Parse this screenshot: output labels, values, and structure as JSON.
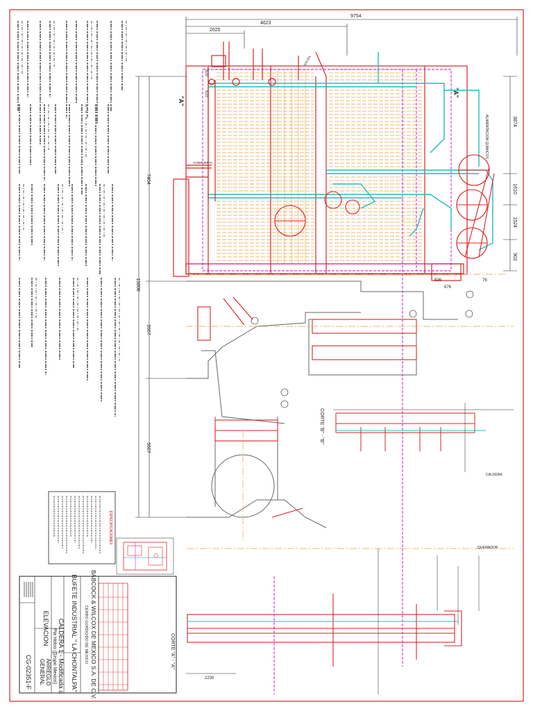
{
  "dimensions": {
    "overall_width": "9754",
    "upper_width": "4623",
    "left_width": "2025",
    "height_total": "15808",
    "height_upper": "7404",
    "height_mid": "2667",
    "height_lower": "5667",
    "right_top": "3874",
    "right_1610": "1610",
    "right_1524": "1524",
    "right_902": "902",
    "d_836": "836",
    "d_676": "676",
    "d_76": "76",
    "d_2230": "2230",
    "d_320": "320",
    "d_510": "510"
  },
  "labels": {
    "compuerta": "COMPUERTA",
    "corte_bb": "CORTE \"B\" - \"B\"",
    "corte_aa": "CORTE \"A\" - \"A\"",
    "quemador": "QUEMADOR",
    "caldera": "CALDERA",
    "section_a": "\"A\"",
    "salida": "SALIDA",
    "alimentacion": "ALIMENTACION QUIMICOS",
    "especificaciones": "ESPECIFICACIONES"
  },
  "title_block": {
    "company": "BABCOCK & WILCOX DE MEXICO S.A. DE C.V.",
    "company_sub": "CERRO GORDO/DO DE MEXICO",
    "project": "BUFETE INDUSTRIAL \" LA CHONTALPA\"",
    "equipment": "CALDERA 1 - Modificada a",
    "equipment_sub": "Pia Holco (Grupo Mexico)",
    "view": "ELEVACION",
    "arrangement": "ARREGLO",
    "general": "GENERAL",
    "drawing_no": "CG-02351-F"
  }
}
